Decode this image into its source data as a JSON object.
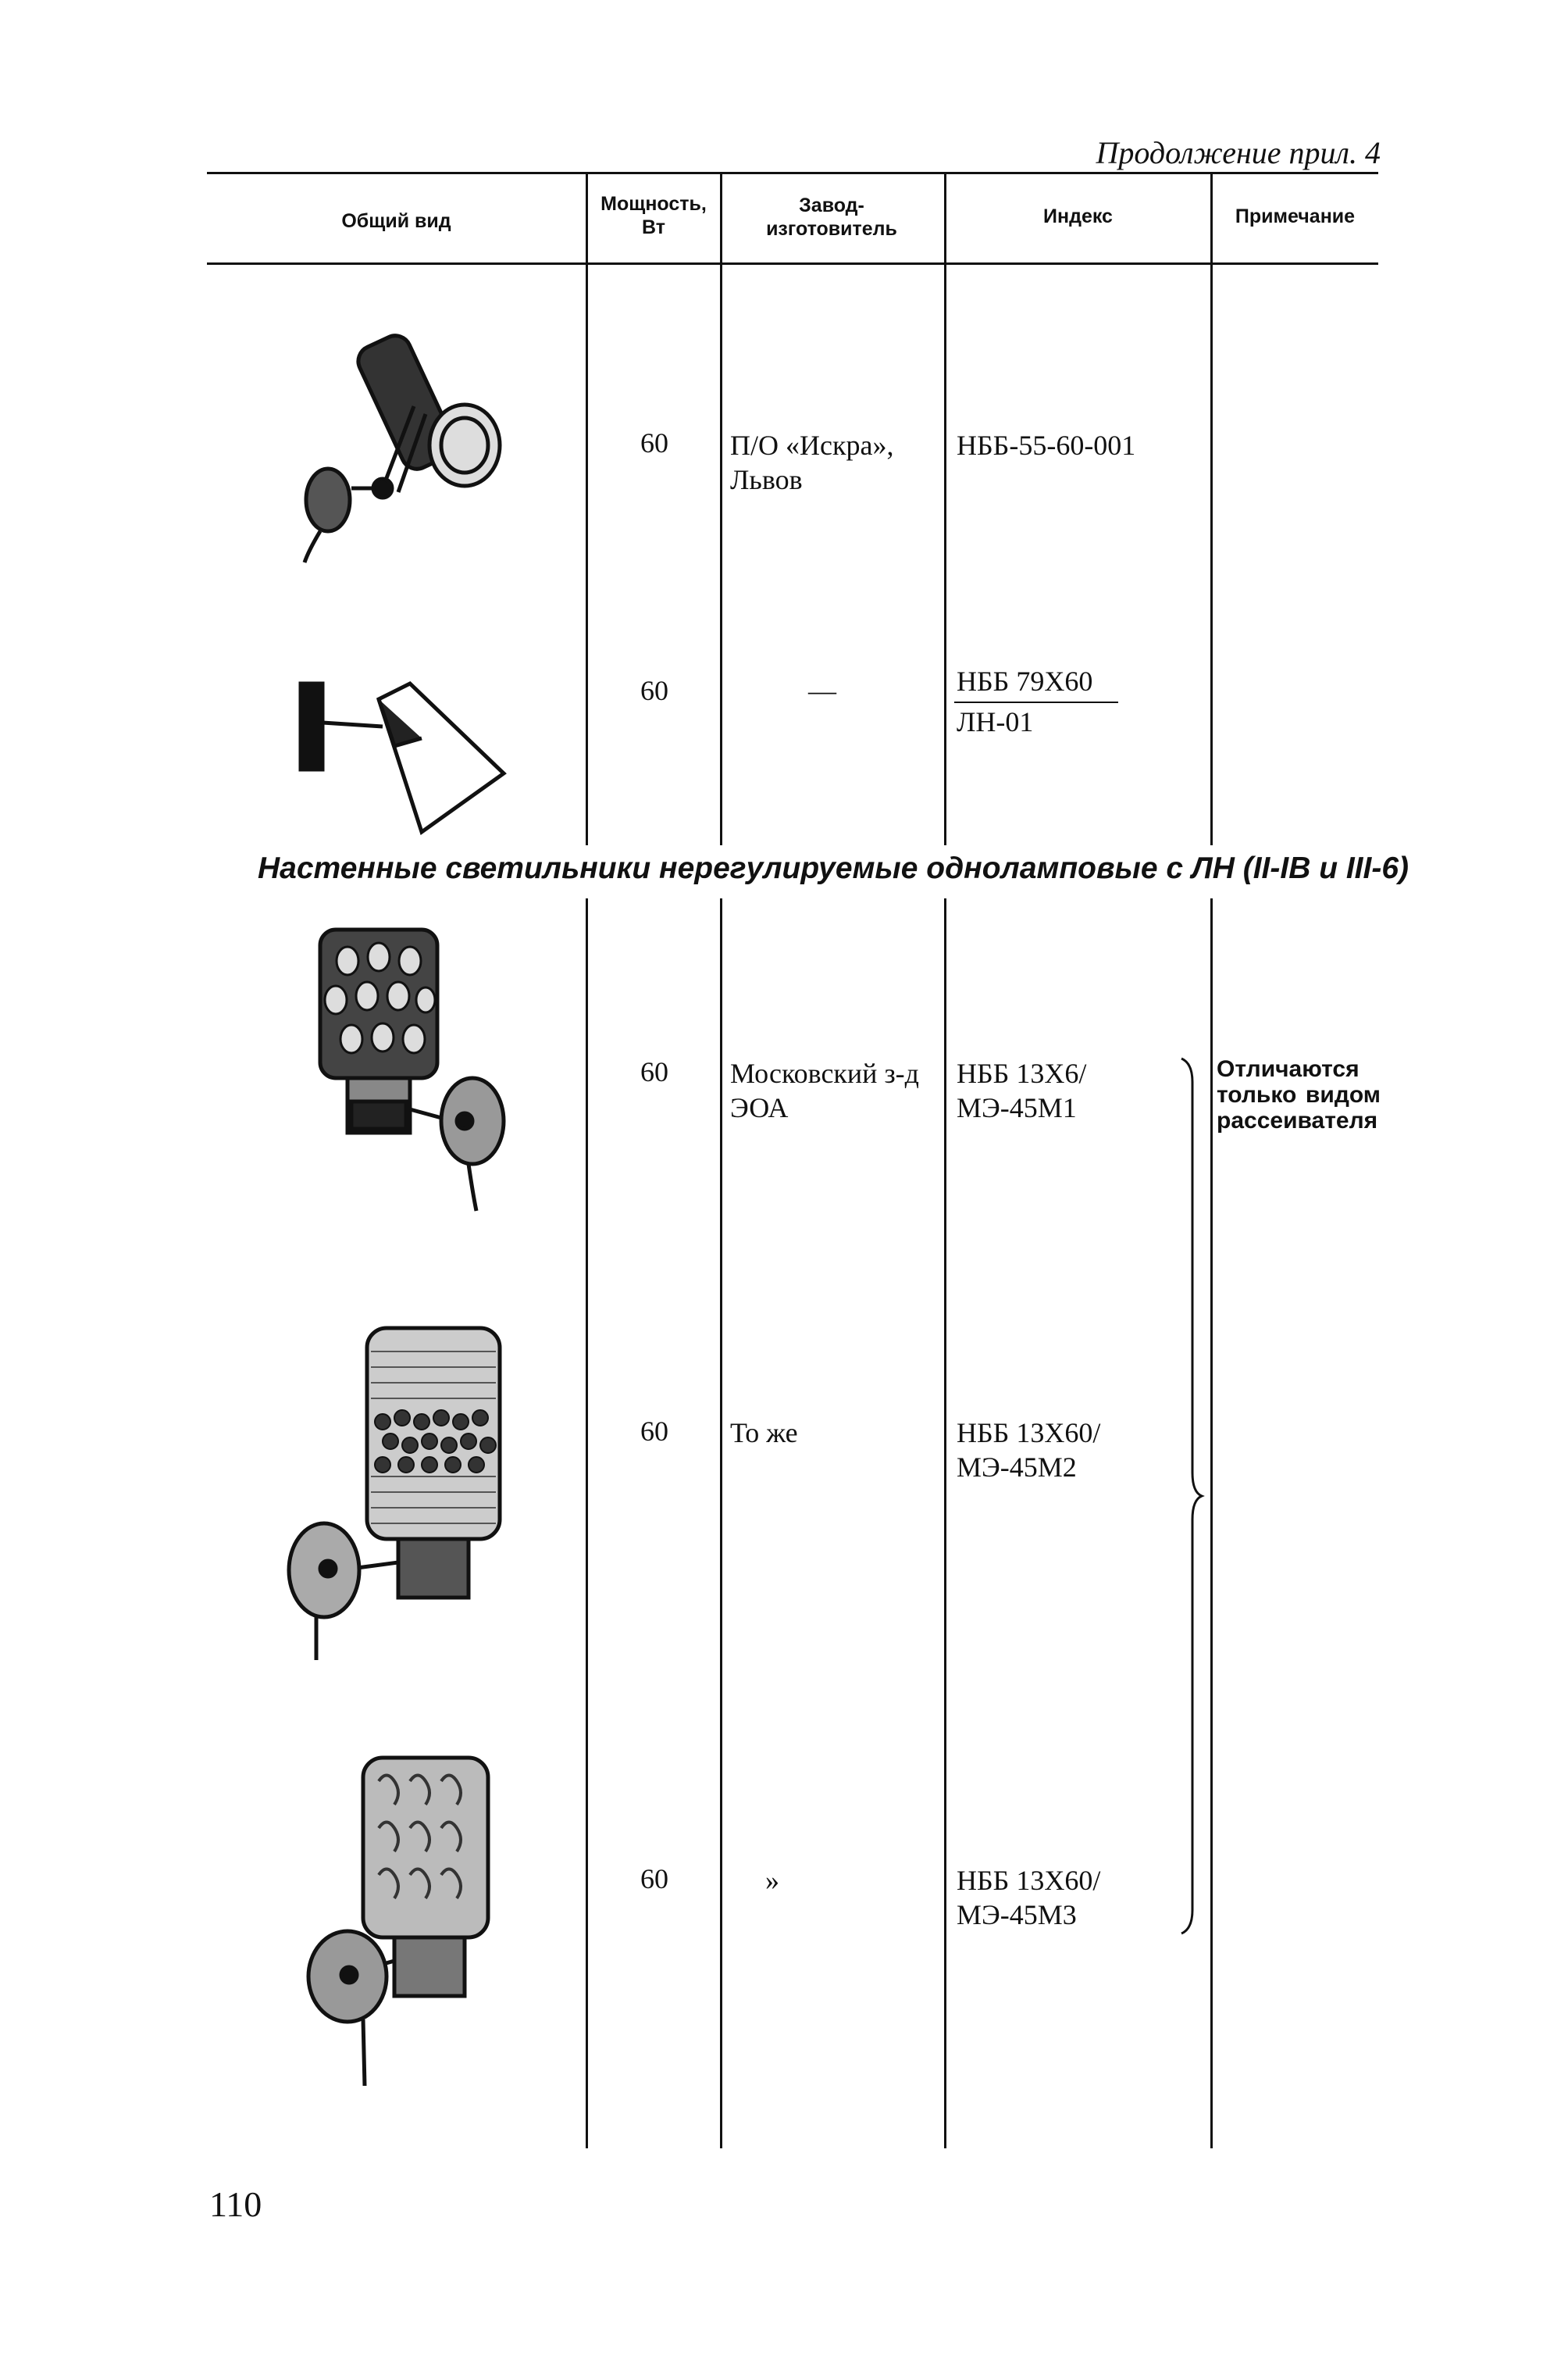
{
  "continuation": "Продолжение прил. 4",
  "headers": {
    "general_view": "Общий вид",
    "power": "Мощность, Вт",
    "manufacturer": "Завод-изготовитель",
    "index": "Индекс",
    "note": "Примечание"
  },
  "rows": [
    {
      "power": "60",
      "manufacturer": "П/О «Искра», Львов",
      "index": "НББ-55-60-001"
    },
    {
      "power": "60",
      "manufacturer": "—",
      "index_numerator": "НББ 79Х60",
      "index_denominator": "ЛН-01"
    }
  ],
  "section_title": "Настенные светильники нерегулируемые одноламповые с ЛН (II-IВ и III-6)",
  "rows2": [
    {
      "power": "60",
      "manufacturer": "Московский з-д ЭОА",
      "index": "НББ 13Х6/МЭ-45М1"
    },
    {
      "power": "60",
      "manufacturer": "То же",
      "index": "НББ 13Х60/МЭ-45М2"
    },
    {
      "power": "60",
      "manufacturer": "»",
      "index": "НББ 13Х60/МЭ-45М3"
    }
  ],
  "group_note": "Отличаются только видом рассеивателя",
  "page_number": "110",
  "icons": [
    "wall-spotlight-icon",
    "cone-wall-lamp-icon",
    "dotted-glass-sconce-icon",
    "beaded-glass-sconce-icon",
    "patterned-glass-sconce-icon"
  ]
}
